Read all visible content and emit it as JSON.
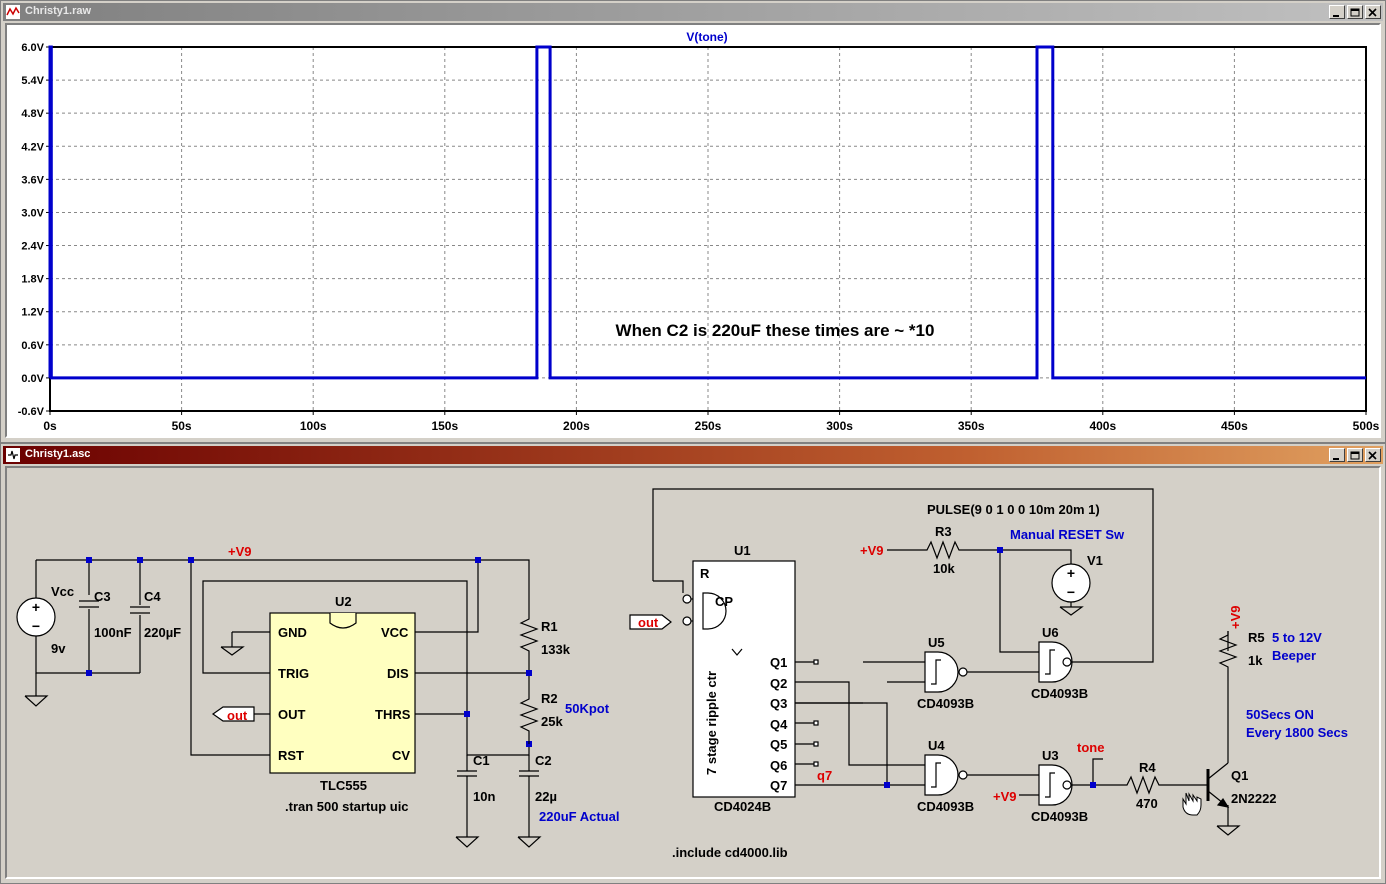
{
  "waveform_window": {
    "title": "Christy1.raw",
    "trace_label": "V(tone)",
    "annotation": "When C2 is 220uF these times are ~ *10",
    "trace_color": "#0000cc"
  },
  "schematic_window": {
    "title": "Christy1.asc",
    "labels": {
      "vcc": "Vcc",
      "vcc_val": "9v",
      "c3": "C3",
      "c3_val": "100nF",
      "c4": "C4",
      "c4_val": "220µF",
      "v9_main": "+V9",
      "u2": "U2",
      "u2_part": "TLC555",
      "pin_gnd": "GND",
      "pin_vcc": "VCC",
      "pin_trig": "TRIG",
      "pin_dis": "DIS",
      "pin_out": "OUT",
      "pin_thrs": "THRS",
      "pin_rst": "RST",
      "pin_cv": "CV",
      "out_label1": "out",
      "out_label2": "out",
      "tran": ".tran 500 startup uic",
      "r1": "R1",
      "r1_val": "133k",
      "r2": "R2",
      "r2_val": "25k",
      "r2_note": "50Kpot",
      "c1": "C1",
      "c1_val": "10n",
      "c2": "C2",
      "c2_val": "22µ",
      "c2_note": "220uF Actual",
      "u1": "U1",
      "u1_r": "R",
      "u1_cp": "CP",
      "u1_q1": "Q1",
      "u1_q2": "Q2",
      "u1_q3": "Q3",
      "u1_q4": "Q4",
      "u1_q5": "Q5",
      "u1_q6": "Q6",
      "u1_q7": "Q7",
      "u1_desc": "7 stage ripple ctr",
      "u1_part": "CD4024B",
      "q7_label": "q7",
      "pulse": "PULSE(9 0 1 0 0 10m 20m 1)",
      "r3": "R3",
      "r3_val": "10k",
      "v9_r3": "+V9",
      "manual_reset": "Manual RESET Sw",
      "v1": "V1",
      "u5": "U5",
      "u5_part": "CD4093B",
      "u6": "U6",
      "u6_part": "CD4093B",
      "u4": "U4",
      "u4_part": "CD4093B",
      "u3": "U3",
      "u3_part": "CD4093B",
      "v9_u3": "+V9",
      "tone": "tone",
      "r4": "R4",
      "r4_val": "470",
      "q1": "Q1",
      "q1_part": "2N2222",
      "v9_r5": "+V9",
      "r5": "R5",
      "r5_val": "1k",
      "r5_note1": "5 to 12V",
      "r5_note2": "Beeper",
      "note_50s1": "50Secs ON",
      "note_50s2": "Every 1800 Secs",
      "include": ".include cd4000.lib"
    }
  },
  "chart_data": {
    "type": "line",
    "title": "V(tone)",
    "xlabel": "",
    "ylabel": "",
    "xlim": [
      0,
      500
    ],
    "ylim": [
      -0.6,
      6.0
    ],
    "grid": true,
    "x_ticks": [
      "0s",
      "50s",
      "100s",
      "150s",
      "200s",
      "250s",
      "300s",
      "350s",
      "400s",
      "450s",
      "500s"
    ],
    "y_ticks": [
      "6.0V",
      "5.4V",
      "4.8V",
      "4.2V",
      "3.6V",
      "3.0V",
      "2.4V",
      "1.8V",
      "1.2V",
      "0.6V",
      "0.0V",
      "-0.6V"
    ],
    "series": [
      {
        "name": "V(tone)",
        "x": [
          0,
          0,
          0.5,
          0.5,
          185,
          185,
          190,
          190,
          375,
          375,
          381,
          381,
          500
        ],
        "y": [
          0,
          6,
          6,
          0,
          0,
          6,
          6,
          0,
          0,
          6,
          6,
          0,
          0
        ]
      }
    ]
  }
}
